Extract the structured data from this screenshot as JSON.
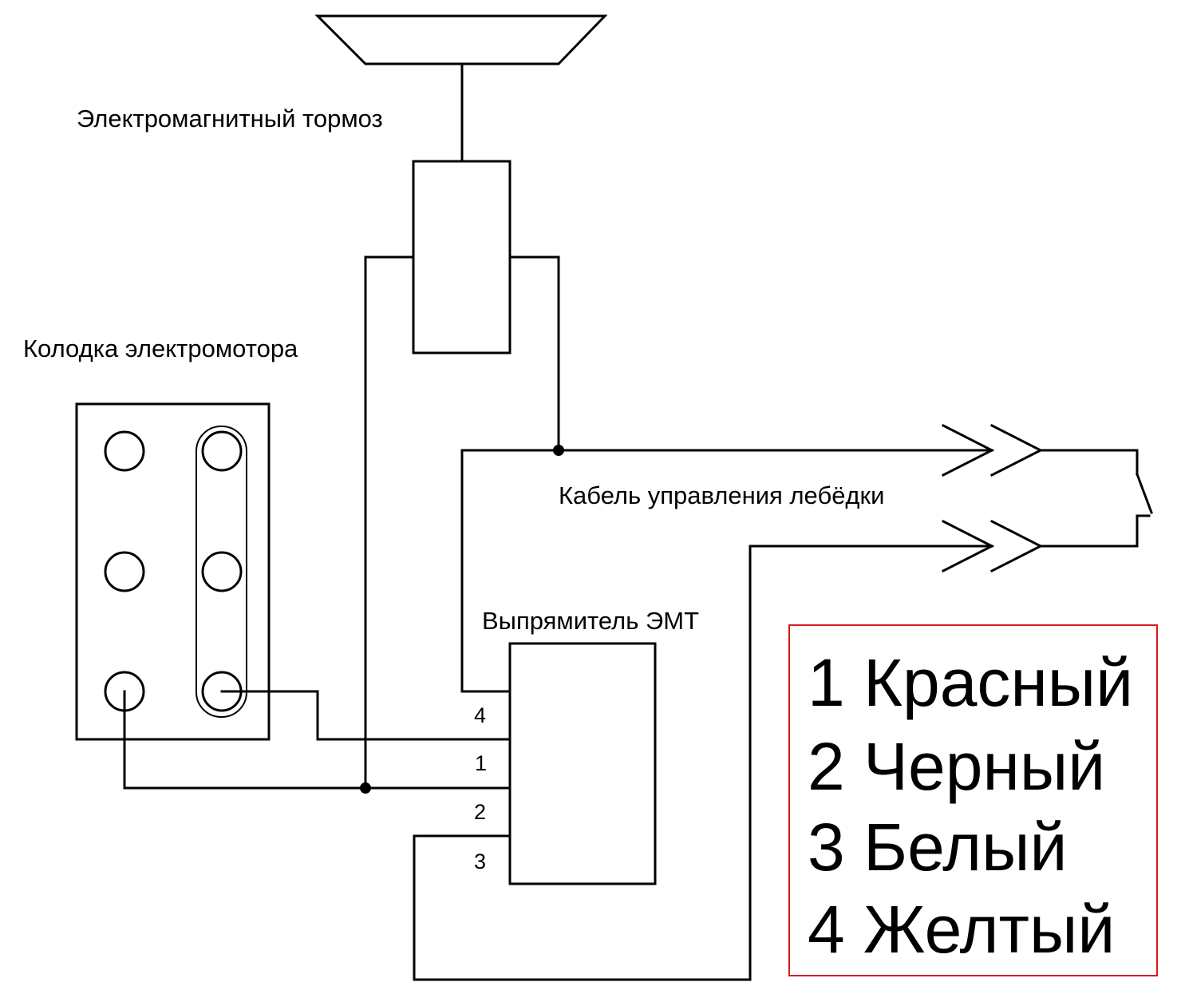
{
  "diagram": {
    "labels": {
      "brake": "Электромагнитный тормоз",
      "motor_block": "Колодка электромотора",
      "control_cable": "Кабель управления лебёдки",
      "rectifier": "Выпрямитель ЭМТ"
    },
    "pins": [
      "4",
      "1",
      "2",
      "3"
    ],
    "legend": {
      "border_color": "#d71920",
      "items": [
        "1 Красный",
        "2 Черный",
        "3 Белый",
        "4 Желтый"
      ]
    }
  }
}
